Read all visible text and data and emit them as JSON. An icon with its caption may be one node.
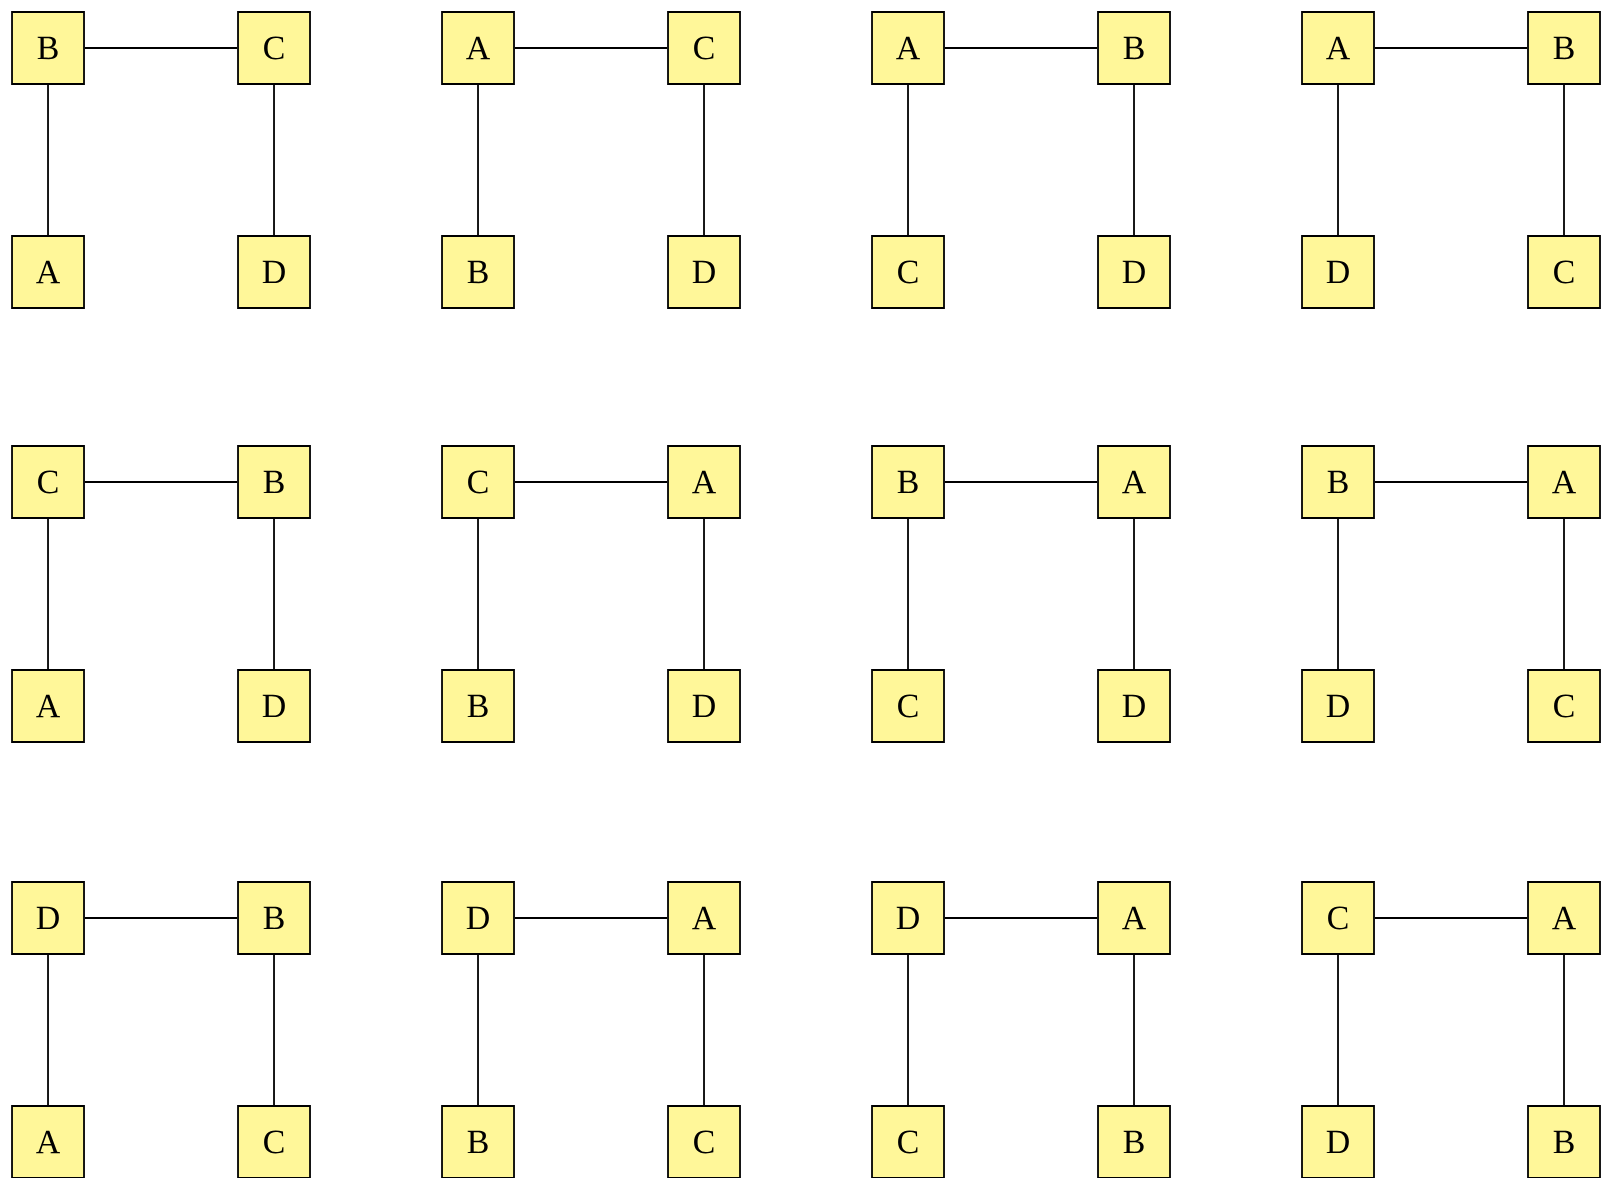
{
  "diagram": {
    "nodes": [
      {
        "text": [
          "B"
        ]
      },
      {
        "text": [
          "C"
        ]
      },
      {
        "text": [
          "A"
        ]
      },
      {
        "text": [
          "D"
        ]
      },
      {
        "text": [
          "A"
        ]
      },
      {
        "text": [
          "C"
        ]
      },
      {
        "text": [
          "B"
        ]
      },
      {
        "text": [
          "D"
        ]
      },
      {
        "text": [
          "A"
        ]
      },
      {
        "text": [
          "B"
        ]
      },
      {
        "text": [
          "C"
        ]
      },
      {
        "text": [
          "D"
        ]
      },
      {
        "text": [
          "A"
        ]
      },
      {
        "text": [
          "B"
        ]
      },
      {
        "text": [
          "D"
        ]
      },
      {
        "text": [
          "C"
        ]
      },
      {
        "text": [
          "C"
        ]
      },
      {
        "text": [
          "B"
        ]
      },
      {
        "text": [
          "A"
        ]
      },
      {
        "text": [
          "D"
        ]
      },
      {
        "text": [
          "C"
        ]
      },
      {
        "text": [
          "A"
        ]
      },
      {
        "text": [
          "B"
        ]
      },
      {
        "text": [
          "D"
        ]
      },
      {
        "text": [
          "B"
        ]
      },
      {
        "text": [
          "A"
        ]
      },
      {
        "text": [
          "C"
        ]
      },
      {
        "text": [
          "D"
        ]
      },
      {
        "text": [
          "B"
        ]
      },
      {
        "text": [
          "A"
        ]
      },
      {
        "text": [
          "D"
        ]
      },
      {
        "text": [
          "C"
        ]
      },
      {
        "text": [
          "D"
        ]
      },
      {
        "text": [
          "B"
        ]
      },
      {
        "text": [
          "A"
        ]
      },
      {
        "text": [
          "C"
        ]
      },
      {
        "text": [
          "D"
        ]
      },
      {
        "text": [
          "A"
        ]
      },
      {
        "text": [
          "B"
        ]
      },
      {
        "text": [
          "C"
        ]
      },
      {
        "text": [
          "D"
        ]
      },
      {
        "text": [
          "A"
        ]
      },
      {
        "text": [
          "C"
        ]
      },
      {
        "text": [
          "B"
        ]
      },
      {
        "text": [
          "C"
        ]
      },
      {
        "text": [
          "A"
        ]
      },
      {
        "text": [
          "D"
        ]
      },
      {
        "text": [
          "B"
        ]
      }
    ],
    "edges": [
      {
        "from": 0,
        "to": 1,
        "arrow": "none"
      },
      {
        "from": 0,
        "to": 2,
        "arrow": "none"
      },
      {
        "from": 1,
        "to": 3,
        "arrow": "none"
      },
      {
        "from": 4,
        "to": 5,
        "arrow": "none"
      },
      {
        "from": 4,
        "to": 6,
        "arrow": "none"
      },
      {
        "from": 5,
        "to": 7,
        "arrow": "none"
      },
      {
        "from": 8,
        "to": 9,
        "arrow": "none"
      },
      {
        "from": 8,
        "to": 10,
        "arrow": "none"
      },
      {
        "from": 9,
        "to": 11,
        "arrow": "none"
      },
      {
        "from": 12,
        "to": 13,
        "arrow": "none"
      },
      {
        "from": 12,
        "to": 14,
        "arrow": "none"
      },
      {
        "from": 13,
        "to": 15,
        "arrow": "none"
      },
      {
        "from": 16,
        "to": 17,
        "arrow": "none"
      },
      {
        "from": 16,
        "to": 18,
        "arrow": "none"
      },
      {
        "from": 17,
        "to": 19,
        "arrow": "none"
      },
      {
        "from": 20,
        "to": 21,
        "arrow": "none"
      },
      {
        "from": 20,
        "to": 22,
        "arrow": "none"
      },
      {
        "from": 21,
        "to": 23,
        "arrow": "none"
      },
      {
        "from": 24,
        "to": 25,
        "arrow": "none"
      },
      {
        "from": 24,
        "to": 26,
        "arrow": "none"
      },
      {
        "from": 25,
        "to": 27,
        "arrow": "none"
      },
      {
        "from": 28,
        "to": 29,
        "arrow": "none"
      },
      {
        "from": 28,
        "to": 30,
        "arrow": "none"
      },
      {
        "from": 29,
        "to": 31,
        "arrow": "none"
      },
      {
        "from": 32,
        "to": 33,
        "arrow": "none"
      },
      {
        "from": 32,
        "to": 34,
        "arrow": "none"
      },
      {
        "from": 33,
        "to": 35,
        "arrow": "none"
      },
      {
        "from": 36,
        "to": 37,
        "arrow": "none"
      },
      {
        "from": 36,
        "to": 38,
        "arrow": "none"
      },
      {
        "from": 37,
        "to": 39,
        "arrow": "none"
      },
      {
        "from": 40,
        "to": 41,
        "arrow": "none"
      },
      {
        "from": 40,
        "to": 42,
        "arrow": "none"
      },
      {
        "from": 41,
        "to": 43,
        "arrow": "none"
      },
      {
        "from": 44,
        "to": 45,
        "arrow": "none"
      },
      {
        "from": 44,
        "to": 46,
        "arrow": "none"
      },
      {
        "from": 45,
        "to": 47,
        "arrow": "none"
      }
    ]
  }
}
